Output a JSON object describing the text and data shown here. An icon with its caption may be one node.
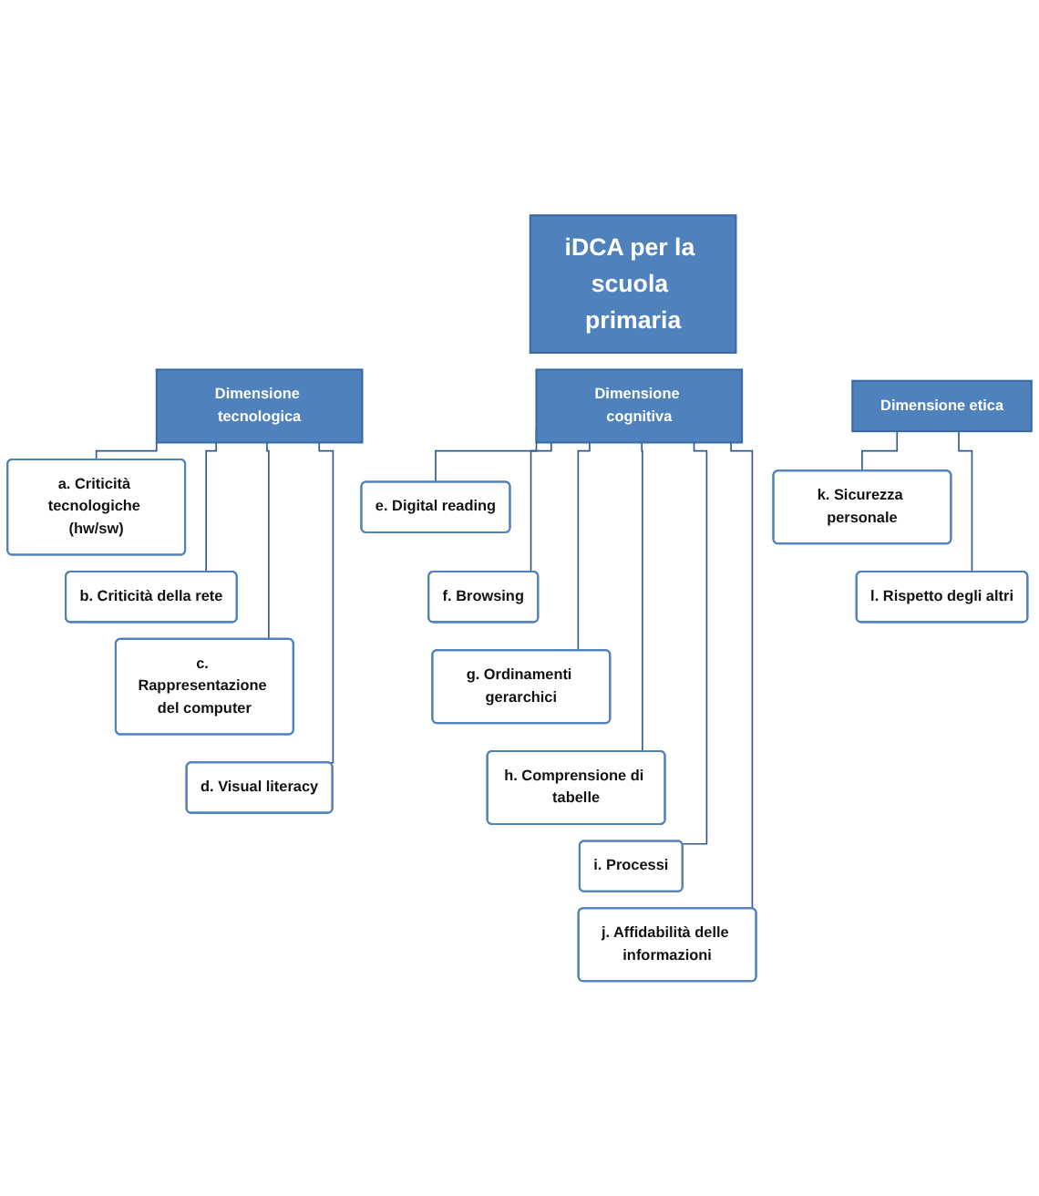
{
  "diagram": {
    "nodes": [
      {
        "text": [
          "iDCA per la scuola primaria"
        ]
      },
      {
        "text": [
          "Dimensione tecnologica"
        ]
      },
      {
        "text": [
          "a. Criticità tecnologiche (hw/sw)"
        ]
      },
      {
        "text": [
          "b. Criticità della rete"
        ]
      },
      {
        "text": [
          "c. Rappresentazione del computer"
        ]
      },
      {
        "text": [
          "d. Visual literacy"
        ]
      },
      {
        "text": [
          "Dimensione cognitiva"
        ]
      },
      {
        "text": [
          "e. Digital reading"
        ]
      },
      {
        "text": [
          "f. Browsing"
        ]
      },
      {
        "text": [
          "g. Ordinamenti gerarchici"
        ]
      },
      {
        "text": [
          "h. Comprensione di tabelle"
        ]
      },
      {
        "text": [
          "i. Processi"
        ]
      },
      {
        "text": [
          "j. Affidabilità delle informazioni"
        ]
      },
      {
        "text": [
          "Dimensione etica"
        ]
      },
      {
        "text": [
          "k. Sicurezza personale"
        ]
      },
      {
        "text": [
          "l. Rispetto degli altri"
        ]
      }
    ],
    "edges": [
      {
        "from": 1,
        "to": 2,
        "arrow": "none"
      },
      {
        "from": 1,
        "to": 3,
        "arrow": "none"
      },
      {
        "from": 1,
        "to": 4,
        "arrow": "none"
      },
      {
        "from": 1,
        "to": 5,
        "arrow": "none"
      },
      {
        "from": 6,
        "to": 7,
        "arrow": "none"
      },
      {
        "from": 6,
        "to": 8,
        "arrow": "none"
      },
      {
        "from": 6,
        "to": 9,
        "arrow": "none"
      },
      {
        "from": 6,
        "to": 10,
        "arrow": "none"
      },
      {
        "from": 6,
        "to": 11,
        "arrow": "none"
      },
      {
        "from": 6,
        "to": 12,
        "arrow": "none"
      },
      {
        "from": 13,
        "to": 14,
        "arrow": "none"
      },
      {
        "from": 13,
        "to": 15,
        "arrow": "none"
      }
    ]
  }
}
